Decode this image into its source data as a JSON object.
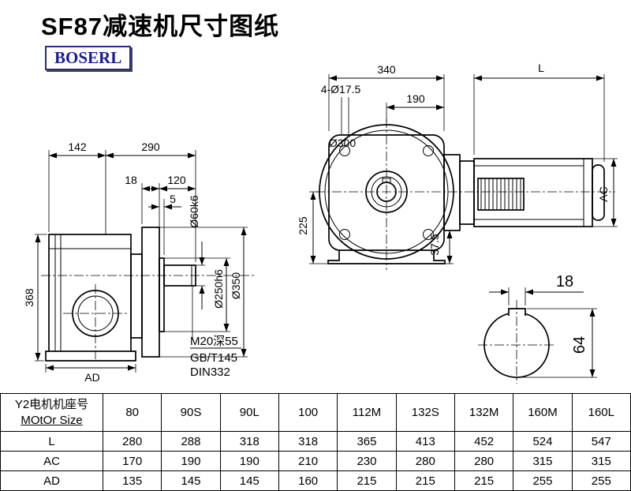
{
  "page": {
    "title": "SF87减速机尺寸图纸",
    "brand": "BOSERL"
  },
  "side_view": {
    "dim_142": "142",
    "dim_290": "290",
    "dim_18": "18",
    "dim_120": "120",
    "dim_5": "5",
    "dim_368": "368",
    "dim_AD": "AD",
    "dim_shaft": "Ø60k6",
    "dim_spigot": "Ø250h6",
    "dim_flange": "Ø350",
    "note_tap": "M20深55",
    "note_gb": "GB/T145",
    "note_din": "DIN332"
  },
  "front_view": {
    "dim_340": "340",
    "dim_L": "L",
    "dim_holes": "4-Ø17.5",
    "dim_190": "190",
    "dim_300": "Ø300",
    "dim_225": "225",
    "dim_375": "37.5",
    "dim_AC": "AC"
  },
  "shaft_view": {
    "dim_18": "18",
    "dim_64": "64"
  },
  "table": {
    "header_cn": "Y2电机机座号",
    "header_en": "MOtOr Size",
    "columns": [
      "80",
      "90S",
      "90L",
      "100",
      "112M",
      "132S",
      "132M",
      "160M",
      "160L"
    ],
    "rows": [
      {
        "label": "L",
        "values": [
          "280",
          "288",
          "318",
          "318",
          "365",
          "413",
          "452",
          "524",
          "547"
        ]
      },
      {
        "label": "AC",
        "values": [
          "170",
          "190",
          "190",
          "210",
          "230",
          "280",
          "280",
          "315",
          "315"
        ]
      },
      {
        "label": "AD",
        "values": [
          "135",
          "145",
          "145",
          "160",
          "215",
          "215",
          "215",
          "255",
          "255"
        ]
      }
    ]
  }
}
